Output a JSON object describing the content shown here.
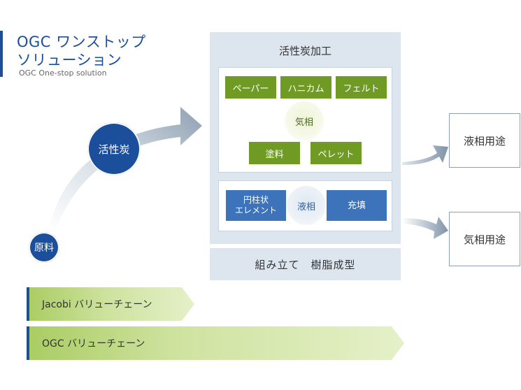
{
  "header": {
    "title_line1": "OGC ワンストップ",
    "title_line2": "ソリューション",
    "subtitle": "OGC One-stop solution"
  },
  "flow": {
    "raw_material": "原料",
    "activated_carbon": "活性炭"
  },
  "processing": {
    "title": "活性炭加工",
    "gas_phase": {
      "label": "気相",
      "items": [
        "ペーパー",
        "ハニカム",
        "フェルト",
        "塗料",
        "ペレット"
      ]
    },
    "liquid_phase": {
      "label": "液相",
      "item_cylinder_line1": "円柱状",
      "item_cylinder_line2": "エレメント",
      "item_fill": "充填"
    },
    "assembly": "組み立て　樹脂成型"
  },
  "uses": {
    "liquid": "液相用途",
    "gas": "気相用途"
  },
  "value_chains": {
    "jacobi": "Jacobi バリューチェーン",
    "ogc": "OGC バリューチェーン"
  },
  "colors": {
    "navy": "#1b4e9b",
    "green": "#6f9b24",
    "blue": "#3c73ba",
    "panel": "#dde6ef",
    "chain_green": "#d6e8a6"
  }
}
